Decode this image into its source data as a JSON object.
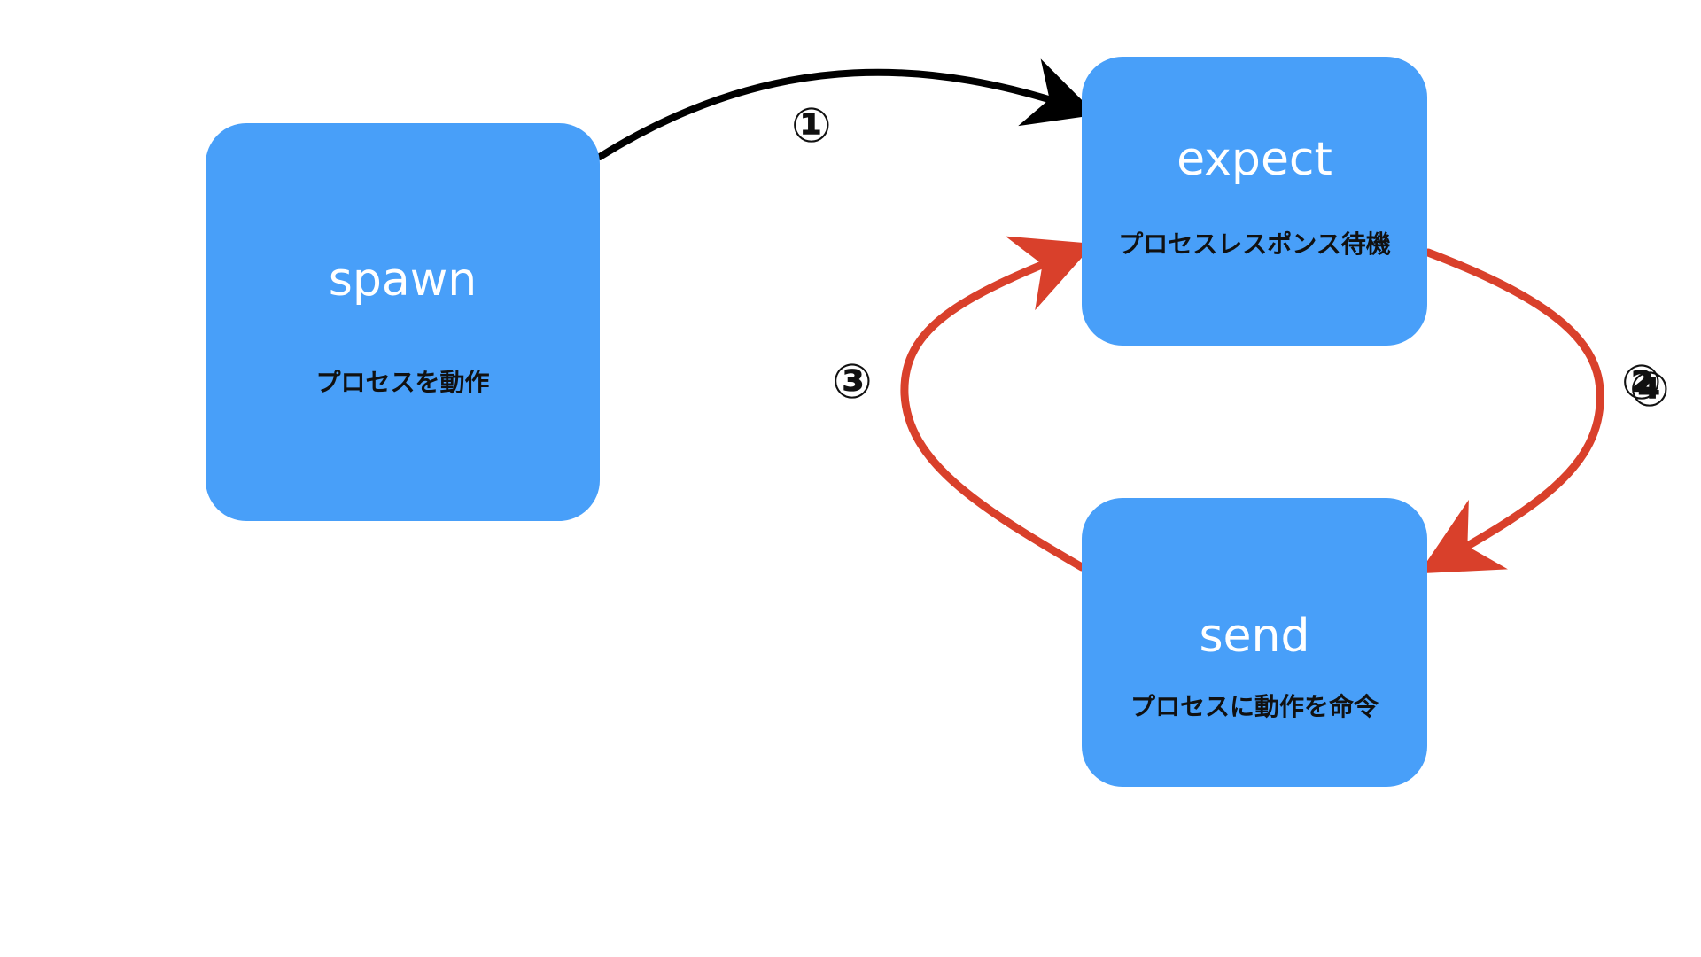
{
  "colors": {
    "node_fill": "#489ff9",
    "node_title_text": "#ffffff",
    "node_desc_text": "#111111",
    "arrow_primary": "#000000",
    "arrow_loop": "#d9402b",
    "background": "#ffffff"
  },
  "nodes": {
    "spawn": {
      "title": "spawn",
      "desc": "プロセスを動作"
    },
    "expect": {
      "title": "expect",
      "desc": "プロセスレスポンス待機"
    },
    "send": {
      "title": "send",
      "desc": "プロセスに動作を命令"
    }
  },
  "steps": {
    "s1": "①",
    "s2": "②",
    "s3": "③",
    "s4": "④"
  }
}
